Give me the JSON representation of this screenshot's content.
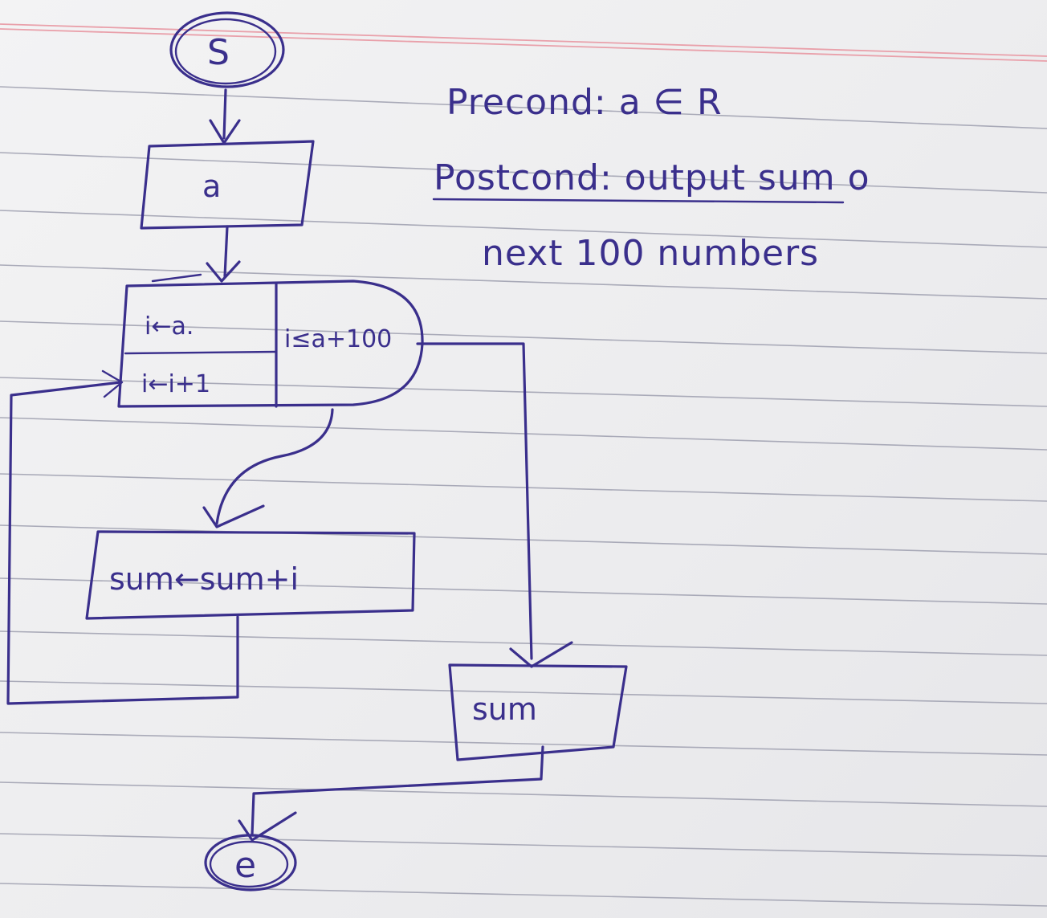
{
  "notes": {
    "precondition": "Precond: a ∈ R",
    "postcondition_line1": "Postcond: output sum o",
    "postcondition_line2": "next 100 numbers"
  },
  "flowchart": {
    "start": "S",
    "input": "a",
    "loop_init": "i←a.",
    "loop_update": "i←i+1",
    "loop_condition": "i≤a+100",
    "process": "sum←sum+i",
    "output": "sum",
    "end": "e"
  },
  "colors": {
    "ink": "#3a2f8c",
    "ruled_line": "#a9aab8",
    "margin_line": "#e9a0aa",
    "paper": "#efeff0"
  }
}
